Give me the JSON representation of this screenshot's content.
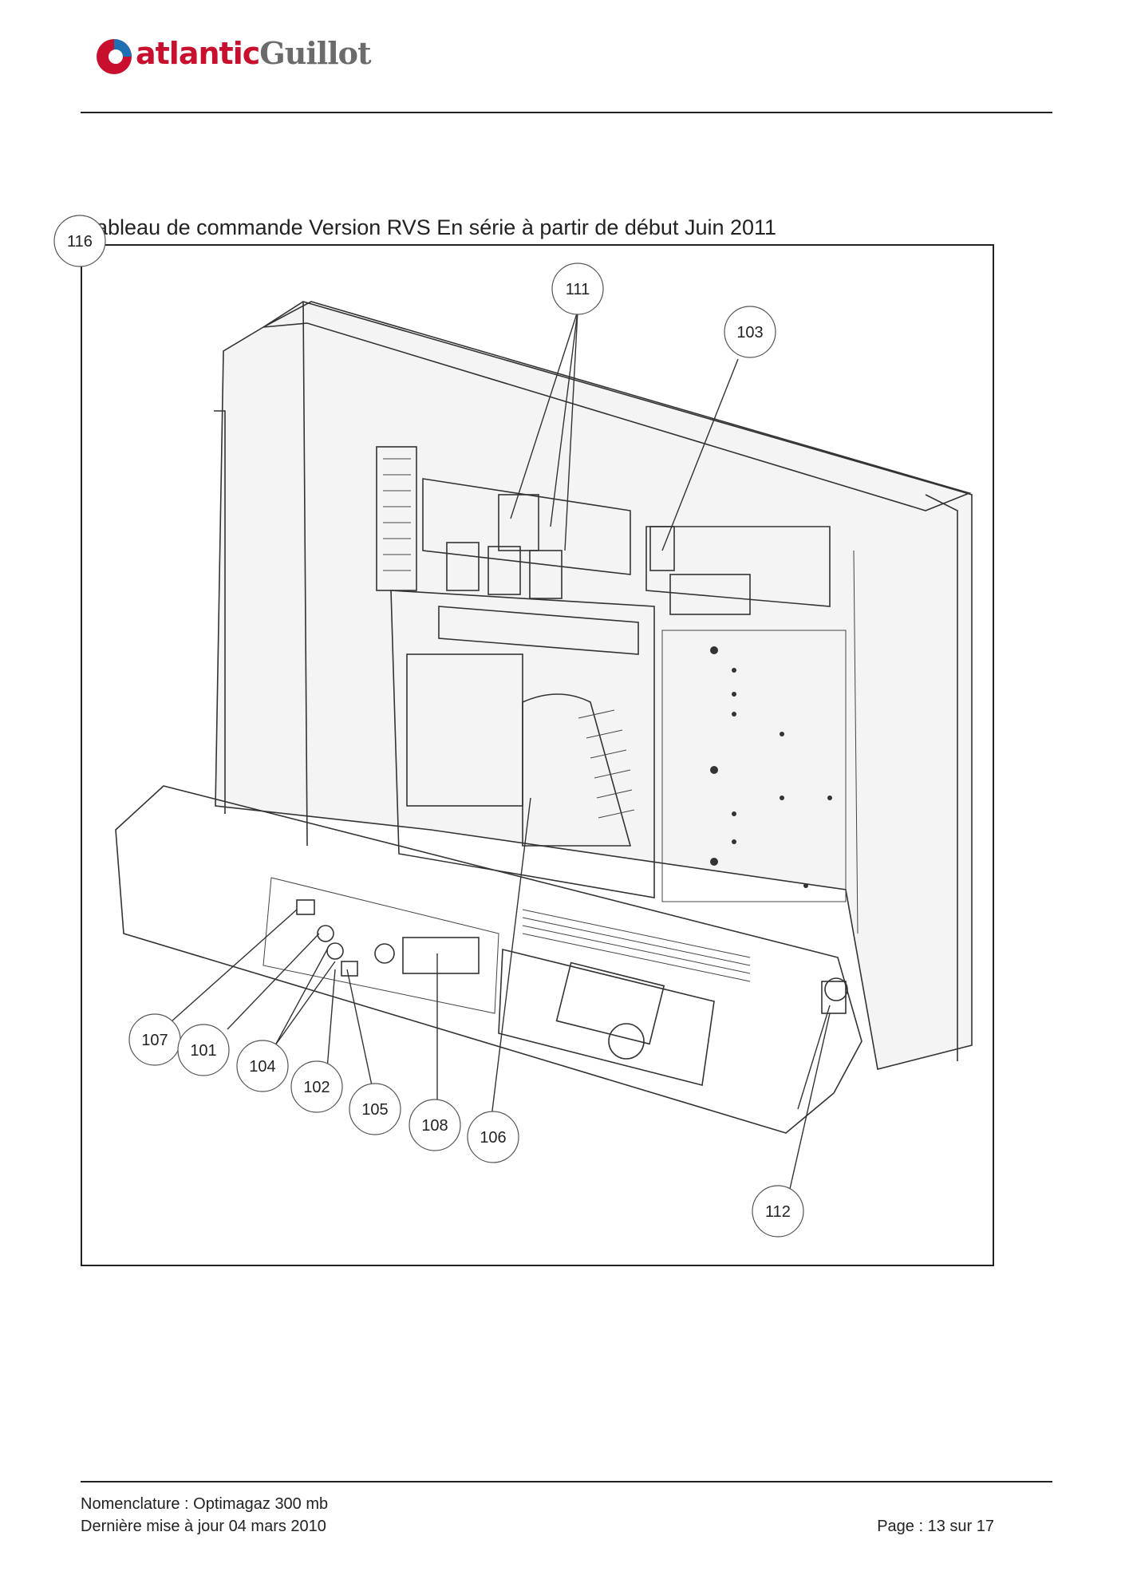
{
  "header": {
    "logo": {
      "brand_primary": "atlantic",
      "brand_secondary": "Guillot",
      "colors": {
        "primary": "#c8102e",
        "secondary": "#6b6b6b",
        "accent": "#1f6fb5"
      }
    }
  },
  "diagram": {
    "title": "ableau de commande Version RVS En série à partir de début Juin 2011",
    "callouts": {
      "c116": "116",
      "c111": "111",
      "c103": "103",
      "c107": "107",
      "c101": "101",
      "c104": "104",
      "c102": "102",
      "c105": "105",
      "c108": "108",
      "c106": "106",
      "c112": "112"
    }
  },
  "footer": {
    "nomenclature": "Nomenclature : Optimagaz 300 mb",
    "last_update": "Dernière mise à jour 04 mars 2010",
    "page": "Page : 13 sur 17"
  }
}
